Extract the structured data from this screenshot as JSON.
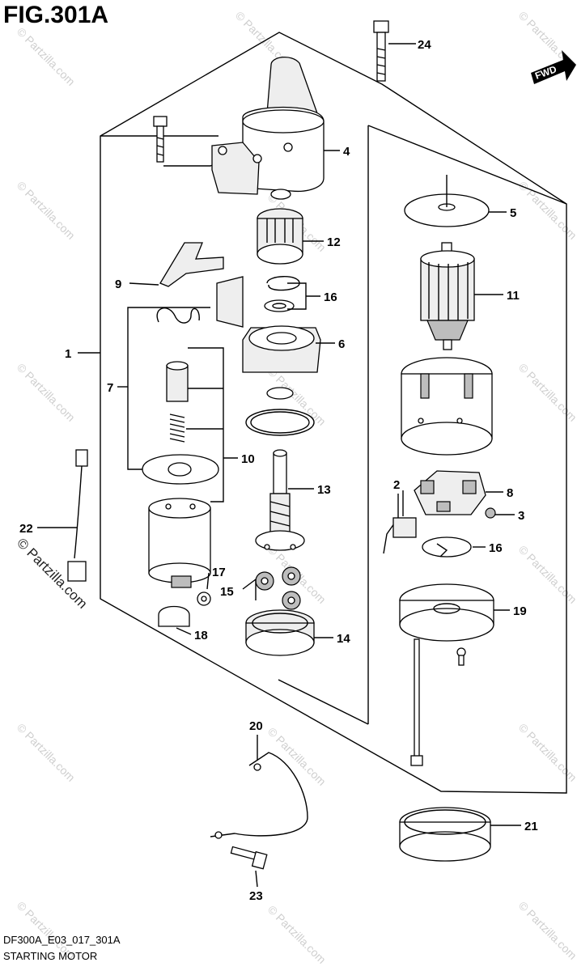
{
  "figure": {
    "title": "FIG.301A",
    "code": "DF300A_E03_017_301A",
    "caption": "STARTING MOTOR",
    "watermark": "© Partzilla.com",
    "fwd_label": "FWD"
  },
  "callouts": [
    "1",
    "2",
    "3",
    "4",
    "5",
    "6",
    "7",
    "8",
    "9",
    "10",
    "11",
    "12",
    "13",
    "14",
    "15",
    "16",
    "17",
    "18",
    "19",
    "20",
    "21",
    "22",
    "23",
    "24"
  ],
  "callout_16b": "16"
}
